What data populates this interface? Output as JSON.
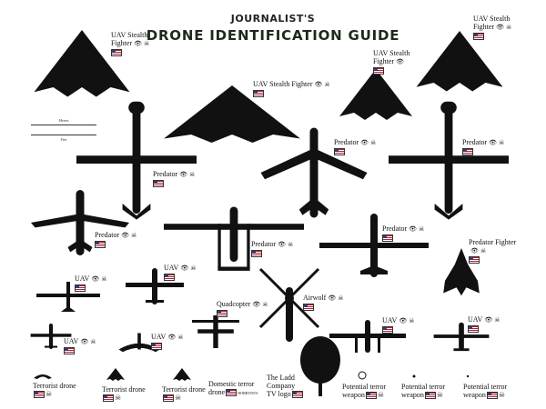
{
  "title_line1": "JOURNALIST'S",
  "title_line2": "DRONE IDENTIFICATION GUIDE",
  "scale": {
    "top_label": "Meters",
    "bottom_label": "Feet"
  },
  "labels": {
    "stealth_tl": "UAV Stealth Fighter",
    "stealth_wide": "UAV Stealth Fighter",
    "stealth_mid": "UAV Stealth Fighter",
    "stealth_tr": "UAV Stealth Fighter",
    "predator_1": "Predator",
    "predator_2": "Predator",
    "predator_3": "Predator",
    "predator_4": "Predator",
    "predator_5": "Predator",
    "predator_6": "Predator",
    "predator_fighter": "Predator Fighter",
    "uav_1": "UAV",
    "uav_2": "UAV",
    "uav_3": "UAV",
    "uav_4": "UAV",
    "uav_5": "UAV",
    "uav_6": "UAV",
    "quadcopter": "Quadcopter",
    "airwolf": "Airwolf"
  },
  "bottom": {
    "terrorist_1": "Terrorist drone",
    "terrorist_2": "Terrorist drone",
    "terrorist_3": "Terrorist drone",
    "domestic": "Domestic terror drone",
    "domestic_code": "HOBBYISTS",
    "ladd": "The Ladd Company TV logo",
    "potential_1": "Potential terror weapon",
    "potential_2": "Potential terror weapon",
    "potential_3": "Potential terror weapon"
  },
  "symbols": {
    "eye": "👁",
    "skull": "☠"
  },
  "icons": [
    "flying-wing-icon",
    "predator-drone-icon",
    "small-uav-icon",
    "quadcopter-icon",
    "helicopter-icon",
    "tree-icon",
    "bird-icon"
  ]
}
